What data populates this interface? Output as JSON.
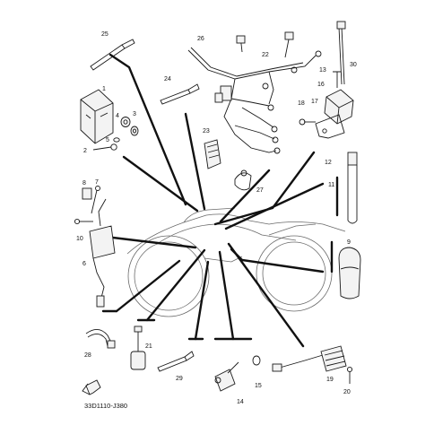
{
  "diagram": {
    "code": "33D1110-J380",
    "colors": {
      "line": "#111111",
      "background": "#ffffff",
      "silhouette": "#6a6a6a"
    },
    "direction_icon": "front-arrow-icon",
    "parts": [
      "1",
      "2",
      "3",
      "4",
      "5",
      "6",
      "7",
      "8",
      "9",
      "10",
      "11",
      "12",
      "13",
      "14",
      "15",
      "16",
      "17",
      "18",
      "19",
      "20",
      "21",
      "22",
      "23",
      "24",
      "25",
      "26",
      "27",
      "28",
      "29",
      "30"
    ]
  }
}
